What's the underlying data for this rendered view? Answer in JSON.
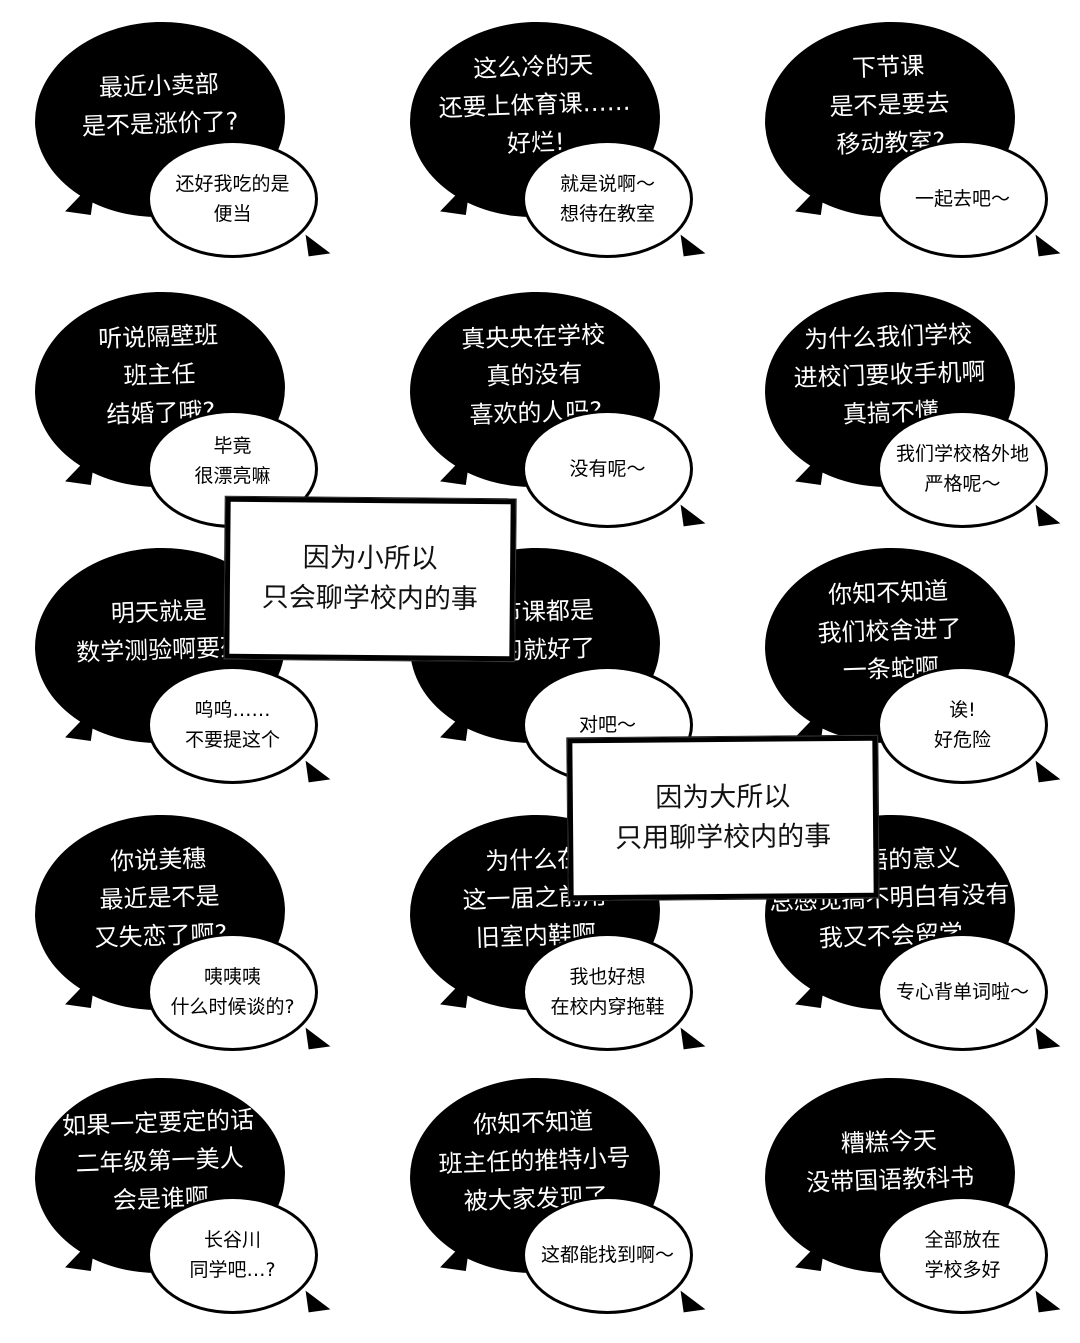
{
  "bubbles": [
    {
      "main": "最近小卖部\n是不是涨价了?",
      "reply": "还好我吃的是\n便当"
    },
    {
      "main": "这么冷的天\n还要上体育课……\n好烂!",
      "reply": "就是说啊～\n想待在教室"
    },
    {
      "main": "下节课\n是不是要去\n移动教室?",
      "reply": "一起去吧～"
    },
    {
      "main": "听说隔壁班\n班主任\n结婚了哦?",
      "reply": "毕竟\n很漂亮嘛"
    },
    {
      "main": "真央央在学校\n真的没有\n喜欢的人吗?",
      "reply": "没有呢～"
    },
    {
      "main": "为什么我们学校\n进校门要收手机啊\n真搞不懂",
      "reply": "我们学校格外地\n严格呢～"
    },
    {
      "main": "明天就是\n数学测验啊要死",
      "reply": "呜呜……\n不要提这个"
    },
    {
      "main": "每节课都是\n自习就好了",
      "reply": "对吧～"
    },
    {
      "main": "你知不知道\n我们校舍进了\n一条蛇啊",
      "reply": "诶!\n好危险"
    },
    {
      "main": "你说美穗\n最近是不是\n又失恋了啊?",
      "reply": "咦咦咦\n什么时候谈的?"
    },
    {
      "main": "为什么在\n这一届之前用\n旧室内鞋啊",
      "reply": "我也好想\n在校内穿拖鞋"
    },
    {
      "main": "学英语的意义\n总感觉搞不明白有没有\n我又不会留学",
      "reply": "专心背单词啦～"
    },
    {
      "main": "如果一定要定的话\n二年级第一美人\n会是谁啊",
      "reply": "长谷川\n同学吧…?"
    },
    {
      "main": "你知不知道\n班主任的推特小号\n被大家发现了",
      "reply": "这都能找到啊～"
    },
    {
      "main": "糟糕今天\n没带国语教科书",
      "reply": "全部放在\n学校多好"
    }
  ],
  "captions": [
    "因为小所以\n只会聊学校内的事",
    "因为大所以\n只用聊学校内的事"
  ]
}
